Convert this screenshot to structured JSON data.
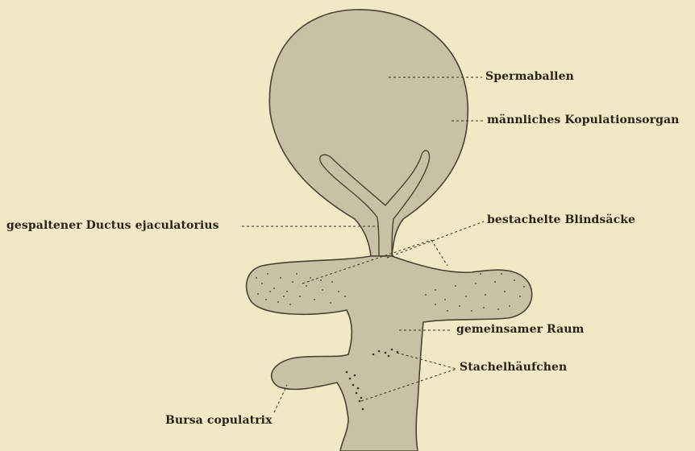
{
  "labels": {
    "spermaballen": "Spermaballen",
    "kopulationsorgan": "männliches Kopulationsorgan",
    "ductus": "gespaltener Ductus ejaculatorius",
    "blindsaecke": "bestachelte Blindsäcke",
    "raum": "gemeinsamer Raum",
    "stachelhaeufchen": "Stachelhäufchen",
    "bursa": "Bursa copulatrix"
  },
  "colors": {
    "paper": "#f1e8c6",
    "organ_fill": "#c9c1a6",
    "outline": "#4a4433",
    "ink": "#2a2417"
  }
}
